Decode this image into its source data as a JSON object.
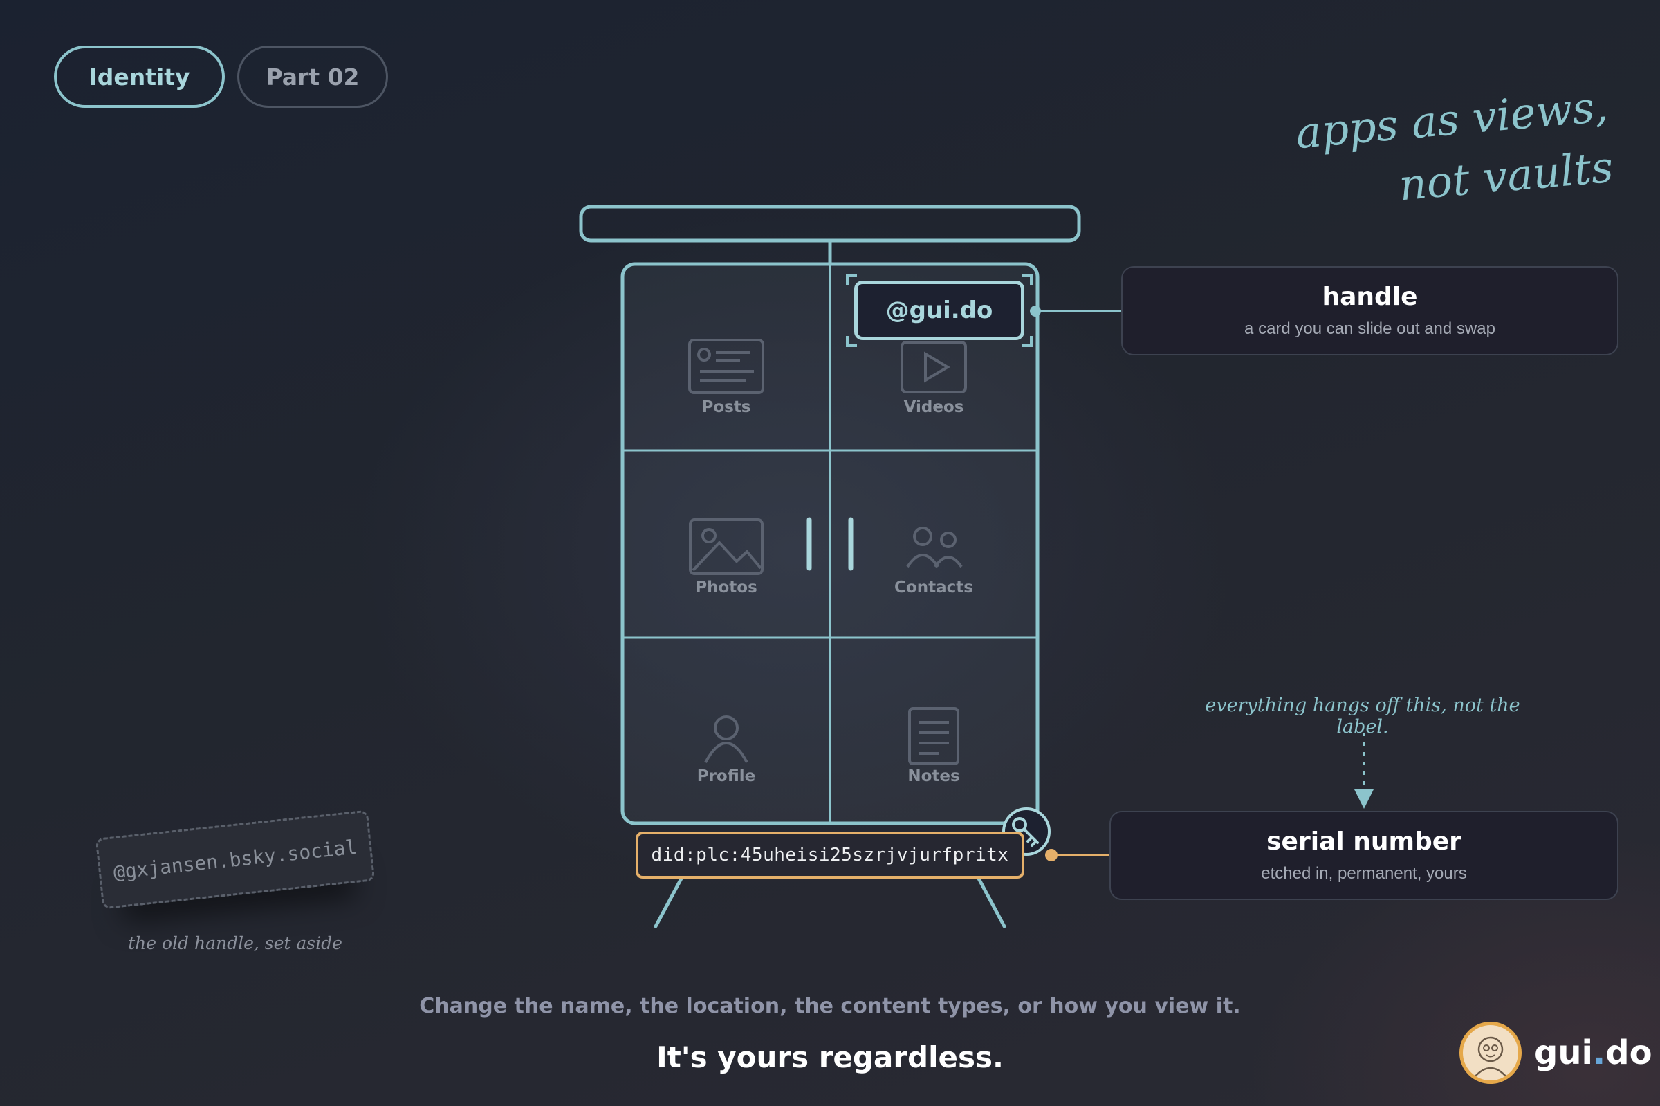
{
  "pills": {
    "identity": "Identity",
    "part": "Part 02"
  },
  "tagline": {
    "line1": "apps as views,",
    "line2": "not vaults"
  },
  "cabinet": {
    "cells": [
      {
        "label": "Posts",
        "icon": "posts-icon"
      },
      {
        "label": "Videos",
        "icon": "video-icon"
      },
      {
        "label": "Photos",
        "icon": "photo-icon"
      },
      {
        "label": "Contacts",
        "icon": "contacts-icon"
      },
      {
        "label": "Profile",
        "icon": "profile-icon"
      },
      {
        "label": "Notes",
        "icon": "notes-icon"
      }
    ],
    "handle_chip": "@gui.do",
    "did": "did:plc:45uheisi25szrjvjurfpritx",
    "key_icon": "key-icon"
  },
  "handle_box": {
    "title": "handle",
    "subtitle": "a card you can slide out and swap"
  },
  "serial_box": {
    "title": "serial number",
    "subtitle": "etched in, permanent, yours"
  },
  "hang_note": "everything hangs off this, not the label.",
  "old_handle": {
    "text": "@gxjansen.bsky.social",
    "note": "the old handle, set aside"
  },
  "bottom": {
    "line1": "Change the name, the location, the content types, or how you view it.",
    "line2": "It's yours regardless."
  },
  "brand": {
    "name_a": "gui",
    "name_dot": ".",
    "name_b": "do"
  },
  "colors": {
    "teal": "#8cc4cc",
    "amber": "#e5b06a",
    "background": "#22262f"
  }
}
